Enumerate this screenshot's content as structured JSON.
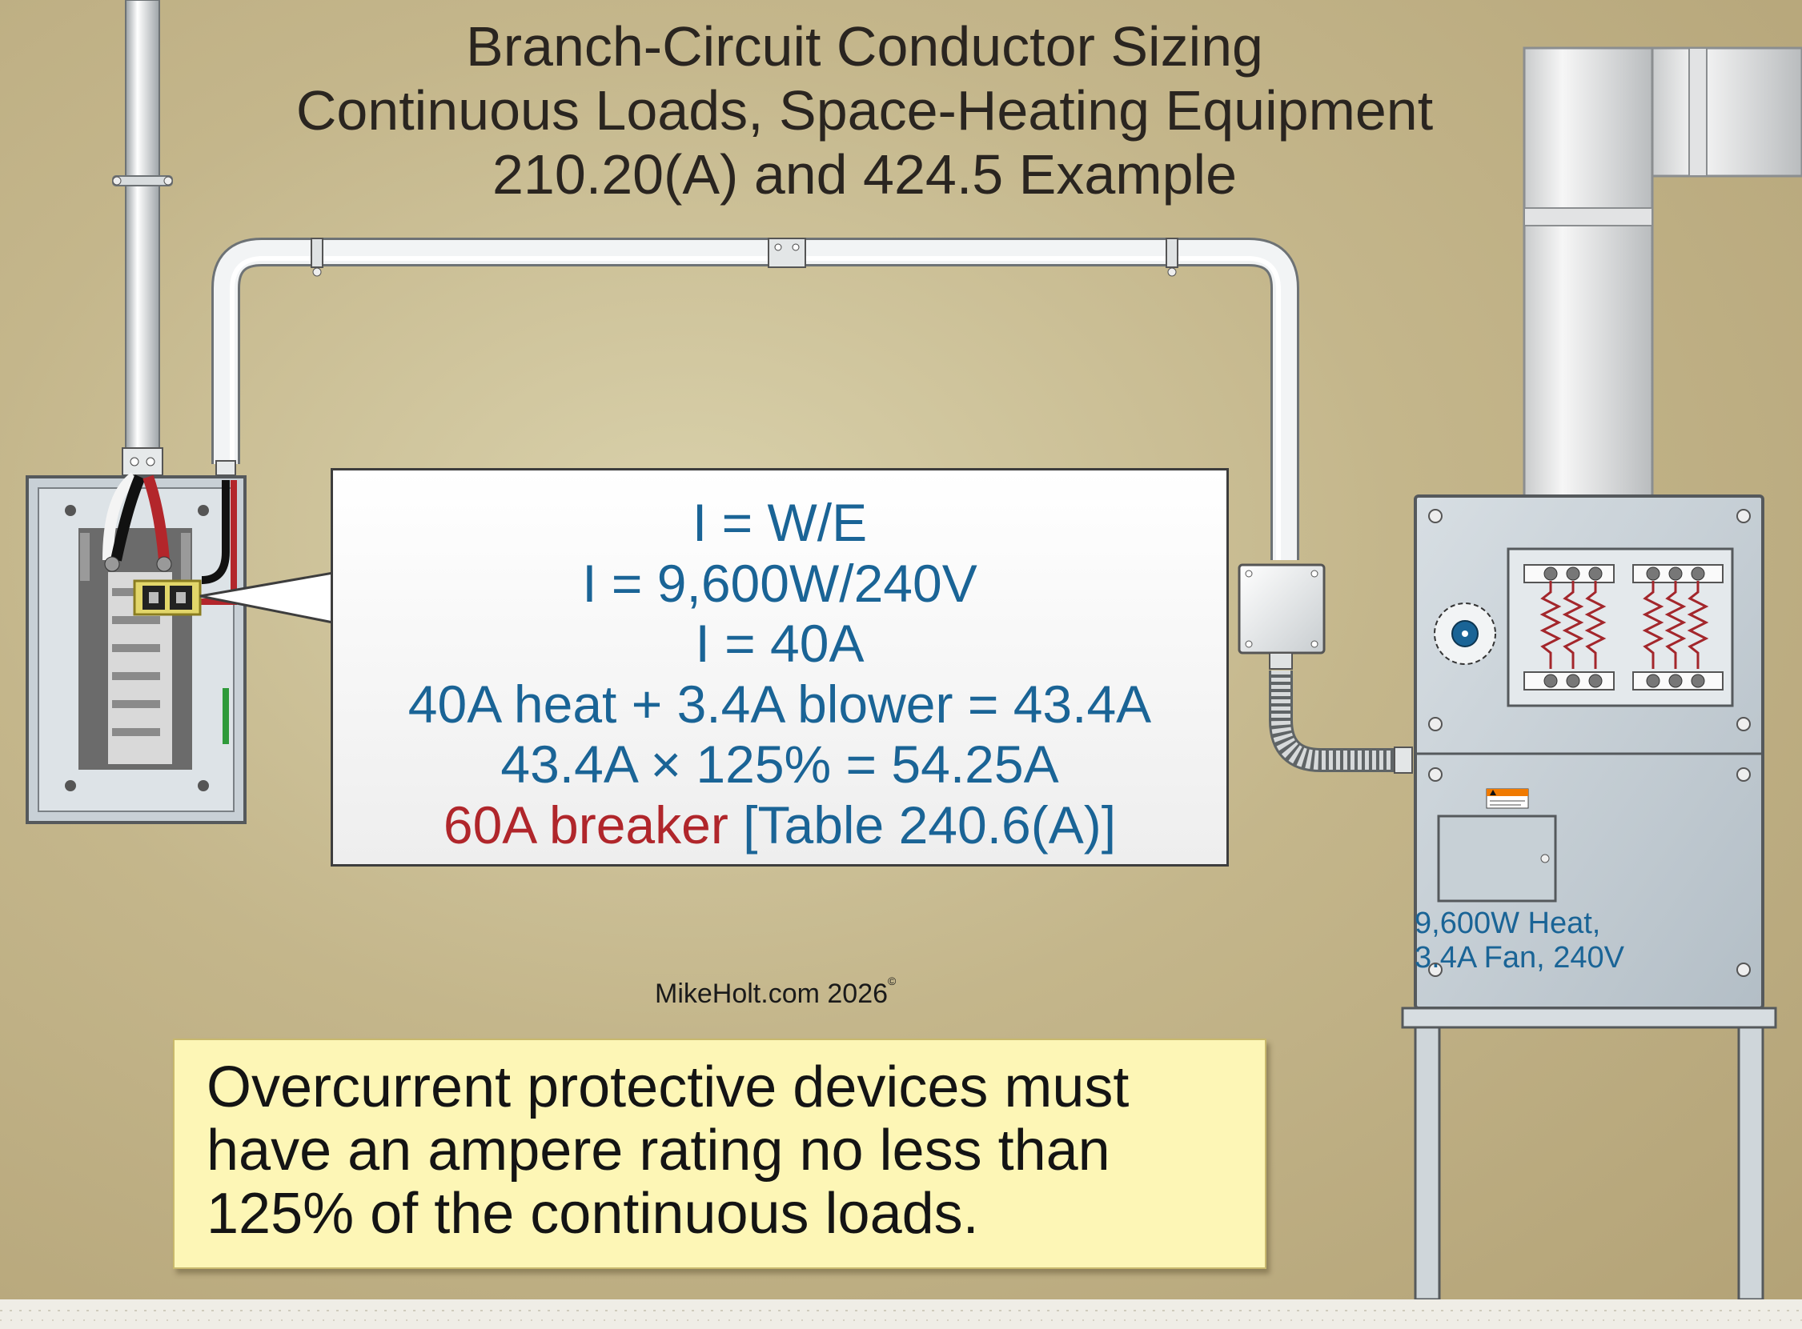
{
  "title": {
    "line1": "Branch-Circuit Conductor Sizing",
    "line2": "Continuous Loads, Space-Heating Equipment",
    "line3": "210.20(A) and 424.5 Example"
  },
  "calculation": {
    "line1": "I = W/E",
    "line2": "I = 9,600W/240V",
    "line3": "I = 40A",
    "line4": "40A heat + 3.4A blower = 43.4A",
    "line5": "43.4A × 125% = 54.25A",
    "line6_red": "60A breaker",
    "line6_blue": " [Table 240.6(A)]"
  },
  "credit": {
    "text": "MikeHolt.com 2026",
    "mark": "©"
  },
  "note": {
    "line1": "Overcurrent protective devices must",
    "line2": "have an ampere rating no less than",
    "line3": "125% of the continuous loads."
  },
  "unit_label": {
    "line1": "9,600W Heat,",
    "line2": "3.4A Fan, 240V"
  },
  "colors": {
    "wall": "#c4b68b",
    "blue_text": "#1a6496",
    "red_text": "#b0262b",
    "note_bg": "#fdf6b6",
    "metal": "#c5cfd6"
  },
  "icons": [
    "panelboard-icon",
    "circuit-breaker-icon",
    "conduit-icon",
    "junction-box-icon",
    "flexible-conduit-icon",
    "furnace-icon",
    "heating-element-icon",
    "thermostat-dial-icon",
    "warning-label-icon",
    "duct-icon"
  ]
}
